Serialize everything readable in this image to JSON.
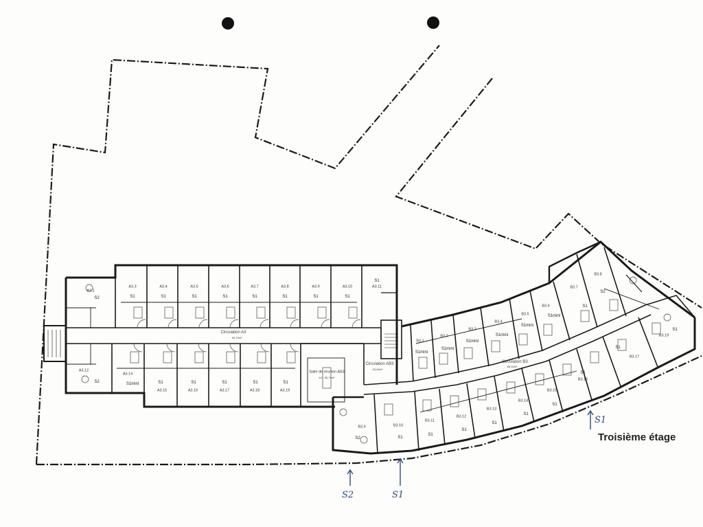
{
  "title": "Troisième étage",
  "annotations": {
    "s2_bottom": "S2",
    "s1_bottom": "S1",
    "s1_right": "S1"
  },
  "colors": {
    "ink": "#1a1a1a",
    "annotation": "#2c4a8c"
  },
  "wing_a": {
    "corridor_label": "Circulation A3",
    "corridor_area": "90,70m²",
    "north_rooms": [
      {
        "id": "A3.2",
        "type": "S2"
      },
      {
        "id": "A3.3",
        "type": "S1"
      },
      {
        "id": "A3.4",
        "type": "S1"
      },
      {
        "id": "A3.5",
        "type": "S1"
      },
      {
        "id": "A3.6",
        "type": "S1"
      },
      {
        "id": "A3.7",
        "type": "S1"
      },
      {
        "id": "A3.8",
        "type": "S1"
      },
      {
        "id": "A3.9",
        "type": "S1"
      },
      {
        "id": "A3.10",
        "type": "S1"
      },
      {
        "id": "A3.11",
        "type": "S1"
      }
    ],
    "south_rooms": [
      {
        "id": "A3.12",
        "type": "S2"
      },
      {
        "id": "A3.14",
        "type": "S1mini"
      },
      {
        "id": "A3.15",
        "type": "S1"
      },
      {
        "id": "A3.16",
        "type": "S1"
      },
      {
        "id": "A3.17",
        "type": "S1"
      },
      {
        "id": "A3.18",
        "type": "S1"
      },
      {
        "id": "A3.19",
        "type": "S1"
      }
    ],
    "meeting_room": "Salle de réunion AB3",
    "meeting_area": "A1 : 55,74m²"
  },
  "link": {
    "corridor_label": "Circulation AB3",
    "corridor_area": "20,40m²"
  },
  "wing_b": {
    "corridor_label": "Circulation B3",
    "corridor_area": "85,30m²",
    "north_rooms": [
      {
        "id": "B3.1",
        "type": "S1mini"
      },
      {
        "id": "B3.2",
        "type": "S1mini"
      },
      {
        "id": "B3.3",
        "type": "S1mini"
      },
      {
        "id": "B3.4",
        "type": "S1mini"
      },
      {
        "id": "B3.5",
        "type": "S1mini"
      },
      {
        "id": "B3.6",
        "type": "S1mini"
      },
      {
        "id": "B3.7",
        "type": "S1"
      },
      {
        "id": "B3.8",
        "type": "S2"
      }
    ],
    "south_rooms": [
      {
        "id": "B3.9",
        "type": "S2"
      },
      {
        "id": "B3.10",
        "type": "S1"
      },
      {
        "id": "B3.11",
        "type": "S1"
      },
      {
        "id": "B3.12",
        "type": "S1"
      },
      {
        "id": "B3.13",
        "type": "S1"
      },
      {
        "id": "B3.14",
        "type": "S1"
      },
      {
        "id": "B3.15",
        "type": "S1"
      },
      {
        "id": "B3.16",
        "type": "S1"
      },
      {
        "id": "B3.17",
        "type": "S1"
      },
      {
        "id": "B3.19",
        "type": "S1"
      }
    ]
  }
}
